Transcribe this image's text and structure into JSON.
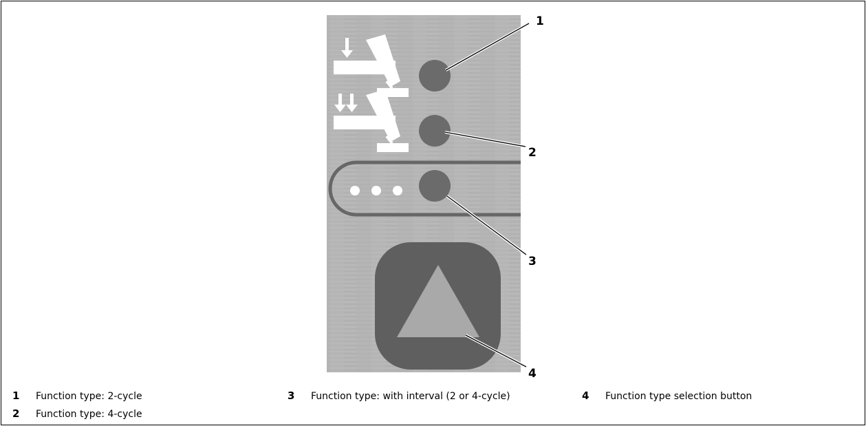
{
  "callouts": [
    "1",
    "2",
    "3",
    "4"
  ],
  "legend": [
    {
      "number": "1",
      "text": "Function type: 2-cycle"
    },
    {
      "number": "2",
      "text": "Function type: 4-cycle"
    },
    {
      "number": "3",
      "text": "Function type: with interval (2 or 4-cycle)"
    },
    {
      "number": "4",
      "text": "Function type selection button"
    }
  ],
  "colors": {
    "panel": "#b4b4b4",
    "indicator": "#6b6b6b",
    "button": "#5f5f5f",
    "button_triangle": "#a9a9a9",
    "icon": "#ffffff"
  },
  "icons": [
    "torch-2-cycle-icon",
    "torch-4-cycle-icon",
    "interval-dots-icon",
    "triangle-icon"
  ]
}
